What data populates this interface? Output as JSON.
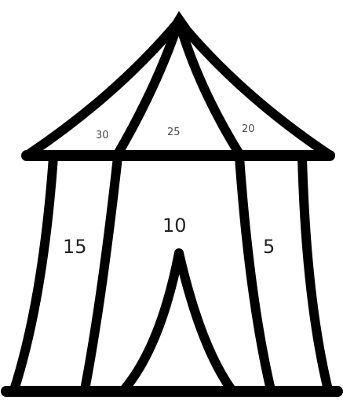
{
  "roof_panels": {
    "left": "30",
    "middle": "25",
    "right": "20"
  },
  "wall_panels": {
    "left": "15",
    "middle": "10",
    "right": "5"
  }
}
